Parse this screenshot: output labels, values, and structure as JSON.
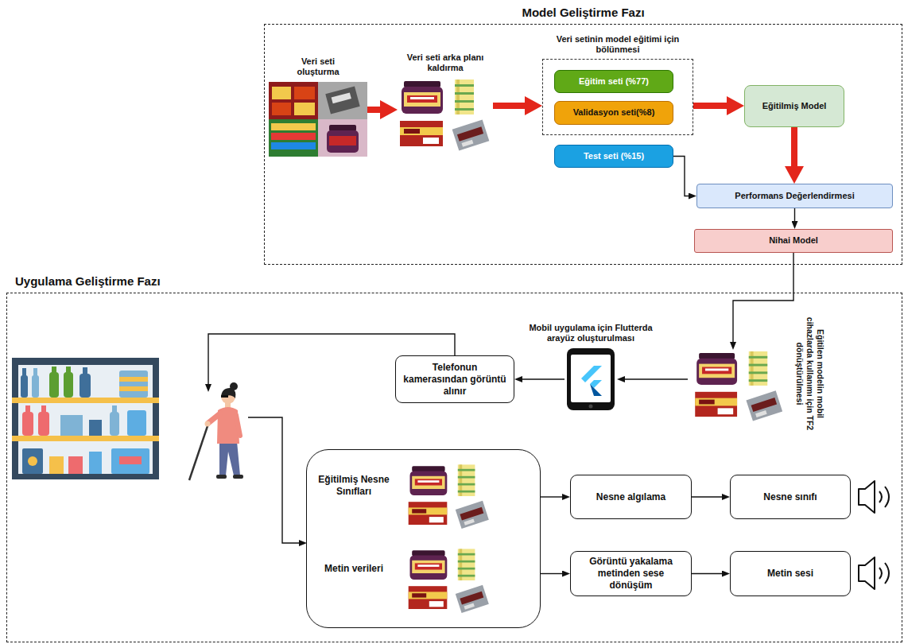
{
  "diagram": {
    "nodes": [
      {
        "text": [
          "Model Geliştirme Fazı"
        ]
      },
      {
        "text": [
          "Veri seti oluşturma"
        ],
        "in": 0
      },
      {
        "text": [
          "Veri seti arka planı kaldırma"
        ],
        "in": 0
      },
      {
        "text": [
          "Veri setinin model eğitimi için bölünmesi"
        ],
        "in": 0
      },
      {
        "text": [
          "Eğitim seti (%77)"
        ],
        "in": 3
      },
      {
        "text": [
          "Validasyon seti(%8)"
        ],
        "in": 3
      },
      {
        "text": [
          "Test seti (%15)"
        ],
        "in": 0
      },
      {
        "text": [
          "Eğitilmiş Model"
        ],
        "in": 0
      },
      {
        "text": [
          "Performans Değerlendirmesi"
        ],
        "in": 0
      },
      {
        "text": [
          "Nihai Model"
        ],
        "in": 0
      },
      {
        "text": [
          "Uygulama Geliştirme Fazı"
        ]
      },
      {
        "text": [
          "Eğitilen modelin mobil cihazlarda kullanımı için TF2 dönüştürülmesi"
        ],
        "in": 10
      },
      {
        "text": [
          "Mobil uygulama için Flutterda arayüz oluşturulması"
        ],
        "in": 10
      },
      {
        "text": [
          "Telefonun kamerasından görüntü alınır"
        ],
        "in": 10
      },
      {
        "text": [
          "Eğitilmiş Nesne Sınıfları",
          "Metin verileri"
        ],
        "in": 10
      },
      {
        "text": [
          "Nesne algılama"
        ],
        "in": 10
      },
      {
        "text": [
          "Nesne sınıfı"
        ],
        "in": 10
      },
      {
        "text": [
          "Görüntü yakalama metinden sese dönüşüm"
        ],
        "in": 10
      },
      {
        "text": [
          "Metin sesi"
        ],
        "in": 10
      }
    ],
    "edges": [
      {
        "from": 1,
        "to": 2,
        "arrow": "to"
      },
      {
        "from": 2,
        "to": 3,
        "arrow": "to"
      },
      {
        "from": 3,
        "to": 7,
        "arrow": "to"
      },
      {
        "from": 7,
        "to": 8,
        "arrow": "to"
      },
      {
        "from": 6,
        "to": 8,
        "arrow": "to"
      },
      {
        "from": 8,
        "to": 9,
        "arrow": "to"
      },
      {
        "from": 9,
        "to": 11,
        "arrow": "to"
      },
      {
        "from": 11,
        "to": 12,
        "arrow": "to"
      },
      {
        "from": 12,
        "to": 13,
        "arrow": "to"
      },
      {
        "from": 14,
        "to": 15,
        "arrow": "to"
      },
      {
        "from": 14,
        "to": 17,
        "arrow": "to"
      },
      {
        "from": 15,
        "to": 16,
        "arrow": "to"
      },
      {
        "from": 17,
        "to": 18,
        "arrow": "to"
      }
    ]
  }
}
